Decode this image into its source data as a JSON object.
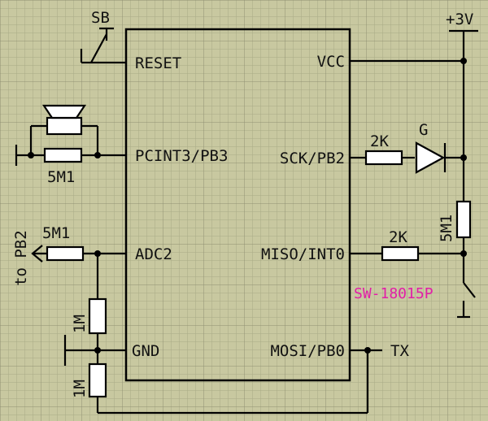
{
  "colors": {
    "background": "#c8c8a0",
    "grid_minor": "#a9aa86",
    "grid_major": "#8f9072",
    "wire": "#000000",
    "part_tag": "#e21ea8"
  },
  "chip": {
    "left_pins": [
      "RESET",
      "PCINT3/PB3",
      "ADC2",
      "GND"
    ],
    "right_pins": [
      "VCC",
      "SCK/PB2",
      "MISO/INT0",
      "MOSI/PB0"
    ]
  },
  "labels": {
    "supply": "+3V",
    "reset_button": "SB",
    "led": "G",
    "switch_tag": "SW-18015P",
    "tx": "TX",
    "to_pb2": "to PB2"
  },
  "resistors": {
    "buzzer_shunt": "5M1",
    "adc_series": "5M1",
    "adc_to_gnd": "1M",
    "gnd_to_tx": "1M",
    "led_series": "2K",
    "int_series": "2K",
    "pullup": "5M1"
  },
  "icons": [
    "push-button-icon",
    "buzzer-icon",
    "led-diode-icon",
    "tilt-switch-icon",
    "ground-symbol-icon",
    "arrow-icon"
  ]
}
